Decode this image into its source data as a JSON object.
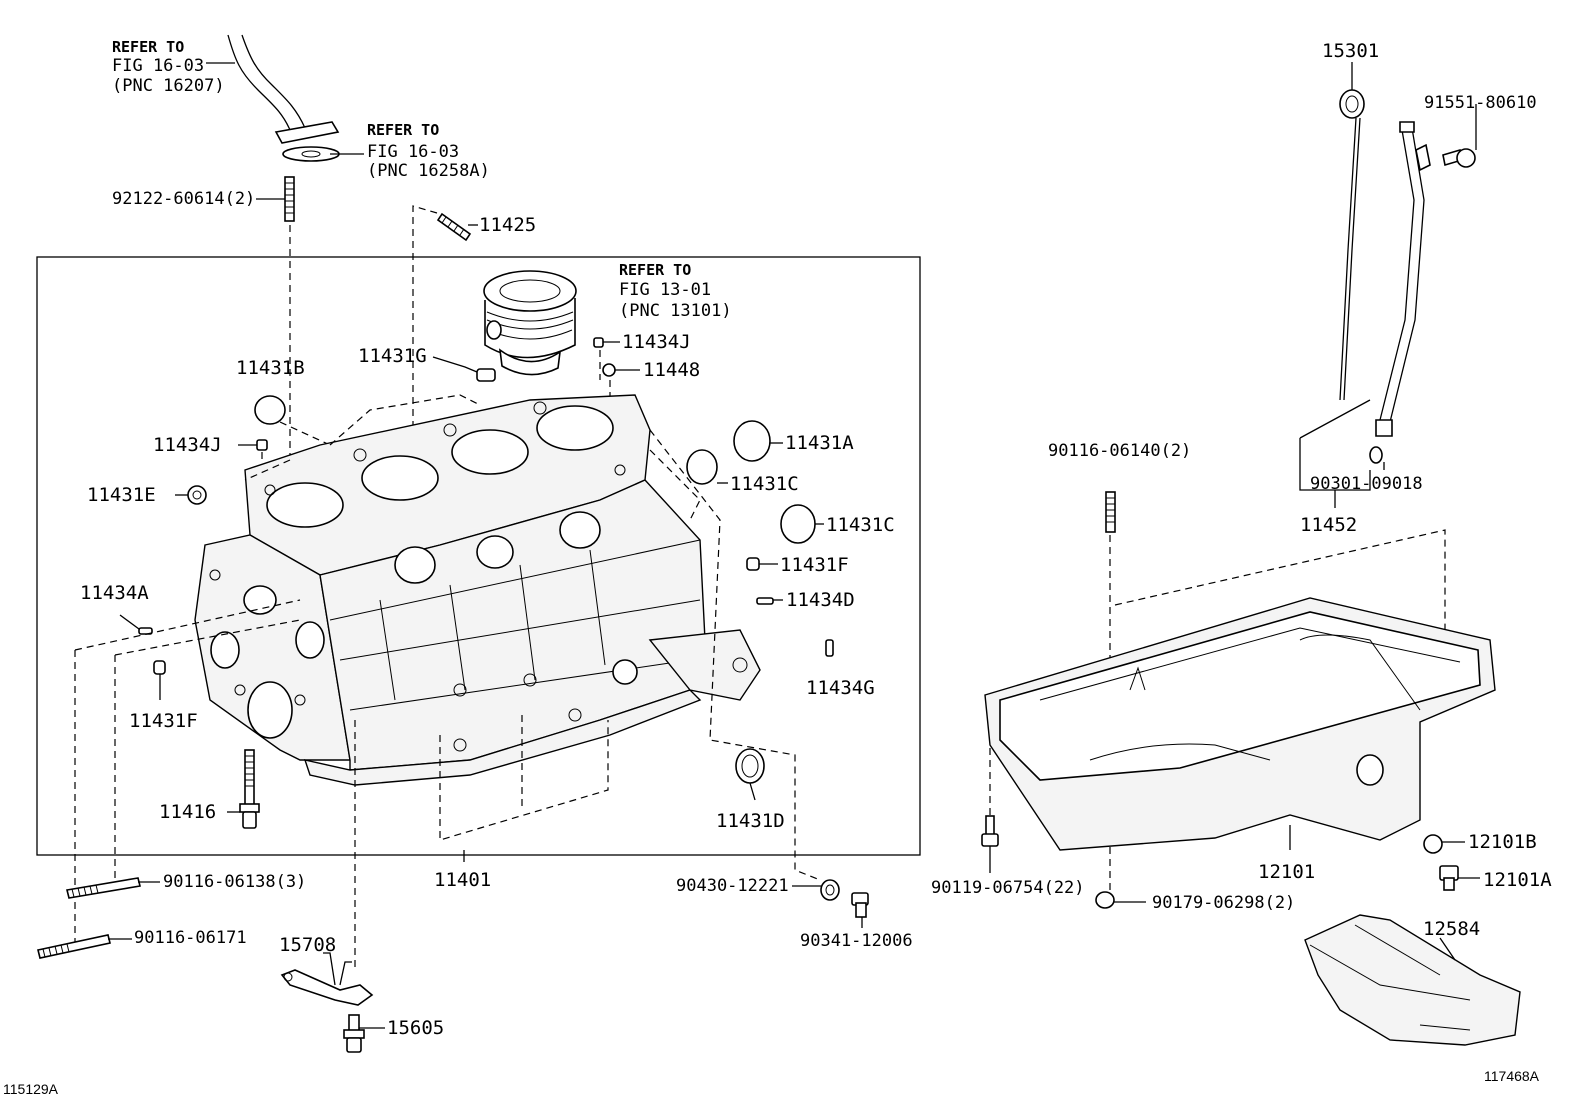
{
  "refs": {
    "oil_tube": [
      "REFER TO",
      "FIG 16-03",
      "(PNC 16207)"
    ],
    "gasket": [
      "REFER TO",
      "FIG 16-03",
      "(PNC 16258A)"
    ],
    "piston": [
      "REFER TO",
      "FIG 13-01",
      "(PNC 13101)"
    ]
  },
  "labels": {
    "p92122": "92122-60614(2)",
    "p11425": "11425",
    "p11431G": "11431G",
    "p11434J_top": "11434J",
    "p11448": "11448",
    "p11431B": "11431B",
    "p11434J_left": "11434J",
    "p11431E": "11431E",
    "p11431A": "11431A",
    "p11431C_1": "11431C",
    "p11431C_2": "11431C",
    "p11431F_right": "11431F",
    "p11434D": "11434D",
    "p11434A": "11434A",
    "p11431F_left": "11431F",
    "p11434G": "11434G",
    "p11416": "11416",
    "p11431D": "11431D",
    "p11401": "11401",
    "p90116_06138": "90116-06138(3)",
    "p90116_06171": "90116-06171",
    "p15708": "15708",
    "p15605": "15605",
    "p90430": "90430-12221",
    "p90341": "90341-12006",
    "p15301": "15301",
    "p91551": "91551-80610",
    "p90116_06140": "90116-06140(2)",
    "p90301": "90301-09018",
    "p11452": "11452",
    "p12101": "12101",
    "p12101B": "12101B",
    "p12101A": "12101A",
    "p90119": "90119-06754(22)",
    "p90179": "90179-06298(2)",
    "p12584": "12584"
  },
  "footer": {
    "left_code": "115129A",
    "right_code": "117468A"
  }
}
